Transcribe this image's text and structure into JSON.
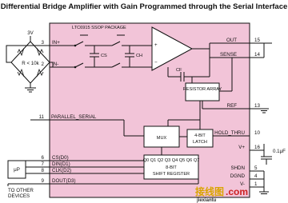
{
  "title": "Differential Bridge Amplifier with Gain Programmed through the Serial Interface",
  "chip": {
    "label": "LTC6915 SSOP PACKAGE",
    "color": "#f2c4d8",
    "pins_left": [
      {
        "num": "3",
        "name": "IN+"
      },
      {
        "num": "2",
        "name": "IN-"
      },
      {
        "num": "11",
        "name": "PARALLEL_SERIAL"
      },
      {
        "num": "6",
        "name": "CS(D0)"
      },
      {
        "num": "7",
        "name": "DIN(D1)"
      },
      {
        "num": "8",
        "name": "CLK(D2)"
      },
      {
        "num": "9",
        "name": "DOUT(D3)"
      }
    ],
    "pins_right": [
      {
        "num": "15",
        "name": "OUT"
      },
      {
        "num": "14",
        "name": "SENSE"
      },
      {
        "num": "13",
        "name": "REF"
      },
      {
        "num": "10",
        "name": "HOLD_THRU"
      },
      {
        "num": "16",
        "name": "V+"
      },
      {
        "num": "5",
        "name": "SHDN"
      },
      {
        "num": "4",
        "name": "DGND"
      },
      {
        "num": "1",
        "name": "V-"
      }
    ],
    "caps": [
      "CS",
      "CS",
      "CH",
      "CH",
      "CF"
    ],
    "blocks": {
      "resistor_array": "RESISTOR ARRAY",
      "mux": "MUX",
      "latch": [
        "4-BIT",
        "LATCH"
      ],
      "shift_register": [
        "Q0 Q1 Q2 Q3 Q4 Q5 Q6 Q7",
        "8-BIT",
        "SHIFT REGISTER"
      ]
    }
  },
  "bridge": {
    "supply": "3V",
    "label": "R < 10k"
  },
  "mcu": {
    "label": "μP"
  },
  "other_devices": [
    "TO OTHER",
    "DEVICES"
  ],
  "bypass_cap": "0.1μF",
  "watermark": {
    "brand": "接线图",
    "domain": ".com",
    "url": "jiexiantu"
  }
}
